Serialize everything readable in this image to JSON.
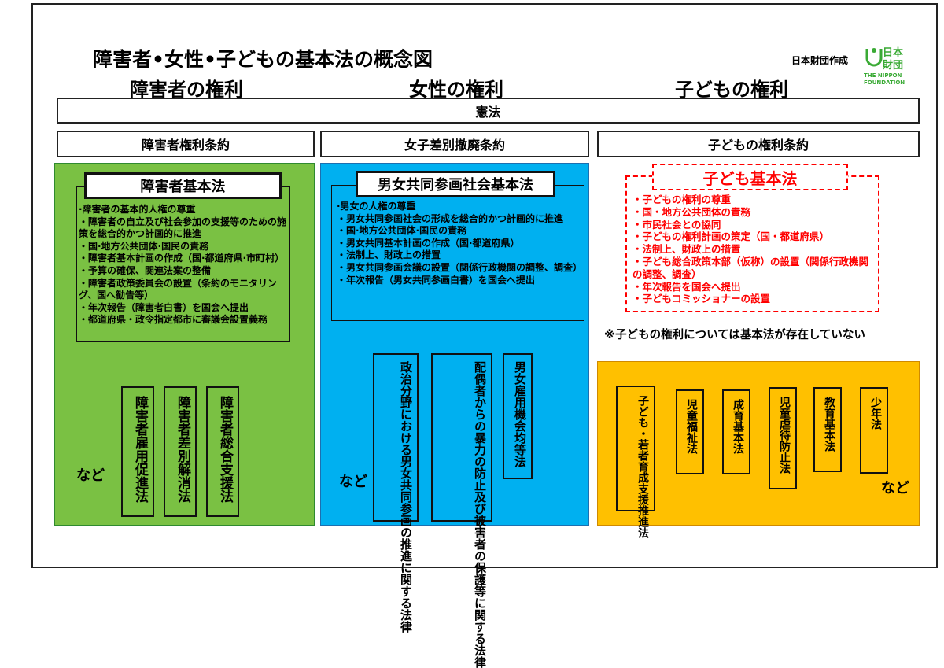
{
  "title": "障害者•女性•子どもの基本法の概念図",
  "credit": "日本財団作成",
  "logo": {
    "line1": "日本",
    "line2": "財団",
    "en1": "THE NIPPON",
    "en2": "FOUNDATION",
    "color": "#3aaa35"
  },
  "columns": [
    {
      "heading": "障害者の権利"
    },
    {
      "heading": "女性の権利"
    },
    {
      "heading": "子どもの権利"
    }
  ],
  "constitution": "憲法",
  "treaties": [
    "障害者権利条約",
    "女子差別撤廃条約",
    "子どもの権利条約"
  ],
  "disability": {
    "law": "障害者基本法",
    "items": [
      "·障害者の基本的人権の尊重",
      "・障害者の自立及び社会参加の支援等のための施策を総合的かつ計画的に推進",
      "・国·地方公共団体·国民の責務",
      "・障害者基本計画の作成（国·都道府県·市町村）",
      "・予算の確保、関連法案の整備",
      "・障害者政策委員会の設置（条約のモニタリング、国へ勧告等）",
      "・年次報告（障害者白書）を国会へ提出",
      "・都道府県・政令指定都市に審議会設置義務"
    ],
    "related": [
      "障害者雇用促進法",
      "障害者差別解消法",
      "障害者総合支援法"
    ],
    "etc": "など"
  },
  "women": {
    "law": "男女共同参画社会基本法",
    "items": [
      "·男女の人権の尊重",
      "・男女共同参画社会の形成を総合的かつ計画的に推進",
      "・国·地方公共団体·国民の責務",
      "・男女共同基本計画の作成（国·都道府県）",
      "・法制上、財政上の措置",
      "・男女共同参画会議の設置（関係行政機関の調整、調査）",
      "・年次報告（男女共同参画白書）を国会へ提出"
    ],
    "related": [
      "政治分野における男女共同参画の推進に関する法律",
      "配偶者からの暴力の防止及び被害者の保護等に関する法律",
      "男女雇用機会均等法"
    ],
    "etc": "など"
  },
  "children": {
    "law": "子ども基本法",
    "items": [
      "・子どもの権利の尊重",
      "・国・地方公共団体の責務",
      "・市民社会との協同",
      "・子どもの権利計画の策定（国・都道府県）",
      "・法制上、財政上の措置",
      "・子ども総合政策本部（仮称）の設置（関係行政機関の調整、調査）",
      "・年次報告を国会へ提出",
      "・子どもコミッショナーの設置"
    ],
    "note": "※子どもの権利については基本法が存在していない",
    "related": [
      "子ども・若者育成支援推進法",
      "児童福祉法",
      "成育基本法",
      "児童虐待防止法",
      "教育基本法",
      "少年法"
    ],
    "etc": "など"
  }
}
